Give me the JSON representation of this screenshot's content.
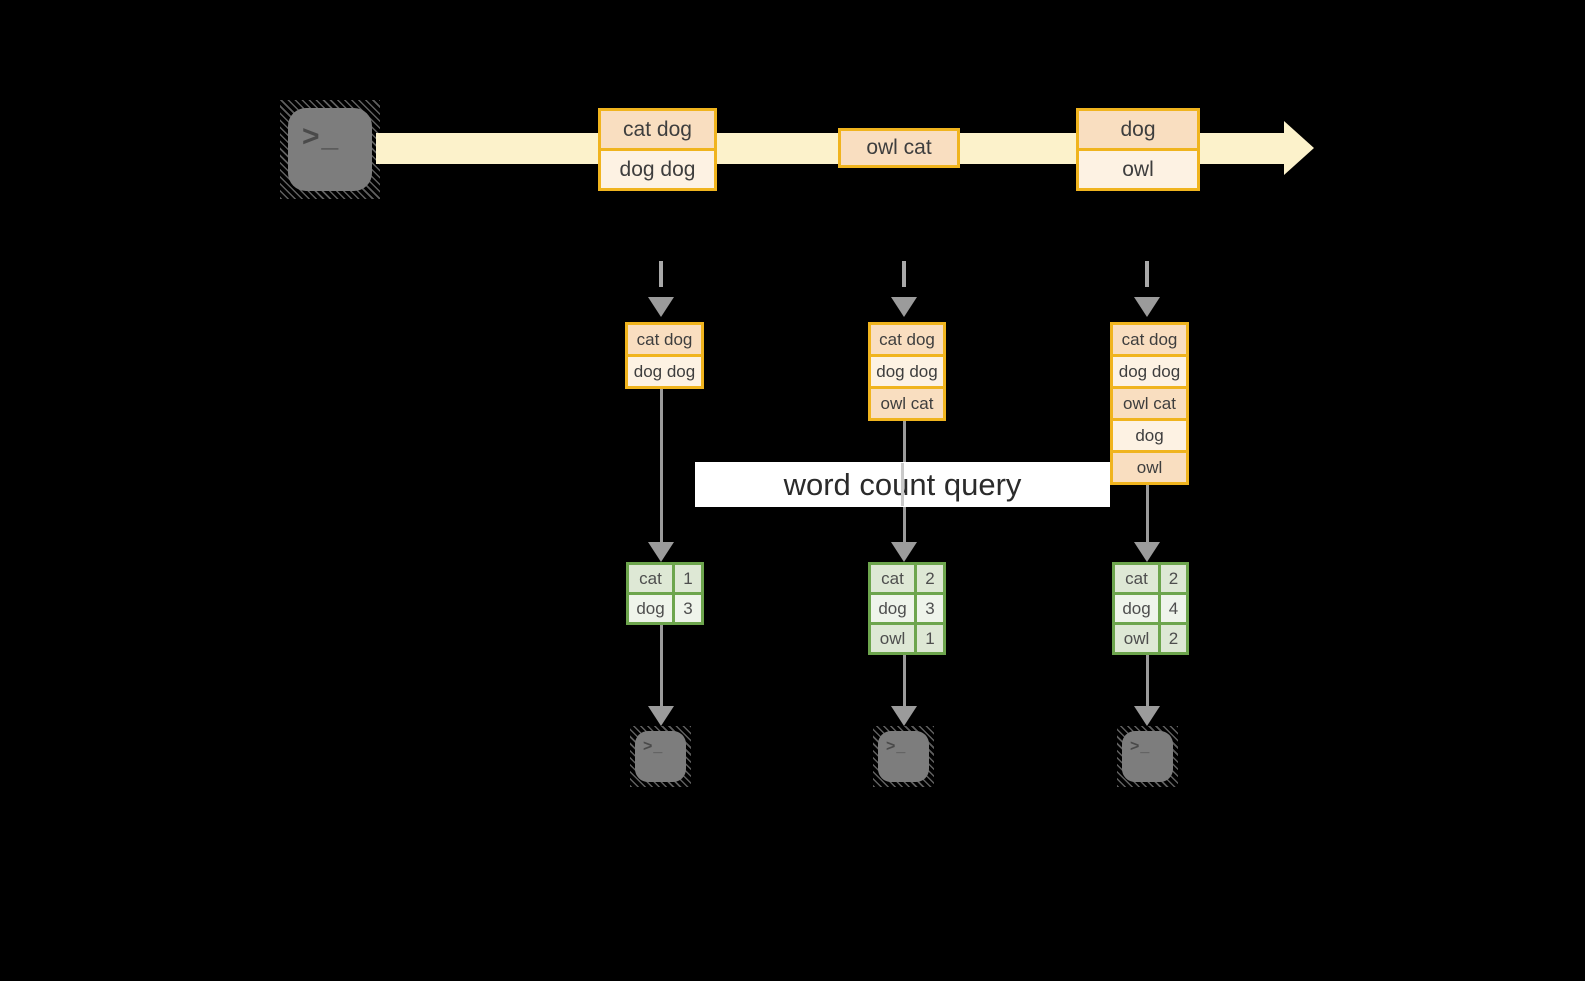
{
  "banner": {
    "label": "word count query"
  },
  "stream": {
    "events": [
      {
        "lines": [
          "cat dog",
          "dog dog"
        ]
      },
      {
        "lines": [
          "owl cat"
        ]
      },
      {
        "lines": [
          "dog",
          "owl"
        ]
      }
    ]
  },
  "states": [
    {
      "rows": [
        "cat dog",
        "dog dog"
      ]
    },
    {
      "rows": [
        "cat dog",
        "dog dog",
        "owl cat"
      ]
    },
    {
      "rows": [
        "cat dog",
        "dog dog",
        "owl cat",
        "dog",
        "owl"
      ]
    }
  ],
  "counts": [
    {
      "rows": [
        {
          "word": "cat",
          "count": "1"
        },
        {
          "word": "dog",
          "count": "3"
        }
      ]
    },
    {
      "rows": [
        {
          "word": "cat",
          "count": "2"
        },
        {
          "word": "dog",
          "count": "3"
        },
        {
          "word": "owl",
          "count": "1"
        }
      ]
    },
    {
      "rows": [
        {
          "word": "cat",
          "count": "2"
        },
        {
          "word": "dog",
          "count": "4"
        },
        {
          "word": "owl",
          "count": "2"
        }
      ]
    }
  ],
  "icons": {
    "terminal_glyph": ">_",
    "source": "terminal-icon",
    "sinks": [
      "terminal-icon",
      "terminal-icon",
      "terminal-icon"
    ]
  },
  "colors": {
    "background": "#000000",
    "gold_border": "#f0b41e",
    "peach_dark": "#f9dec0",
    "peach_light": "#fdf2e3",
    "stream_fill": "#fcf2cb",
    "green_border": "#6da54d",
    "green_cell_dark": "#dee8d5",
    "green_cell_light": "#eff4eb",
    "arrow_gray": "#9b9b9b",
    "terminal_gray": "#7d7d7d"
  }
}
